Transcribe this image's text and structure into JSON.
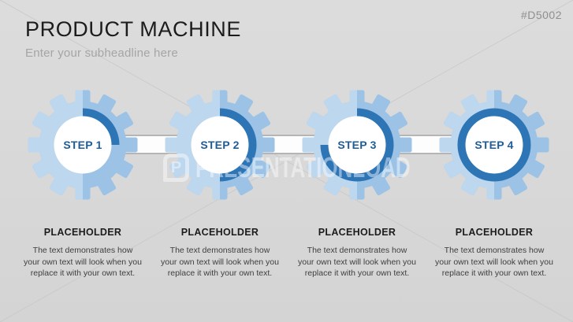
{
  "header": {
    "title": "PRODUCT MACHINE",
    "subtitle": "Enter your subheadline here",
    "template_code": "#D5002"
  },
  "steps": [
    {
      "label": "STEP 1",
      "progress_percent": 25,
      "heading": "PLACEHOLDER",
      "body": "The text demonstrates how\nyour own text will look when you\nreplace it with your own text."
    },
    {
      "label": "STEP 2",
      "progress_percent": 50,
      "heading": "PLACEHOLDER",
      "body": "The text demonstrates how\nyour own text will look when you\nreplace it with your own text."
    },
    {
      "label": "STEP 3",
      "progress_percent": 75,
      "heading": "PLACEHOLDER",
      "body": "The text demonstrates how\nyour own text will look when you\nreplace it with your own text."
    },
    {
      "label": "STEP 4",
      "progress_percent": 100,
      "heading": "PLACEHOLDER",
      "body": "The text demonstrates how\nyour own text will look when you\nreplace it with your own text."
    }
  ],
  "watermark": {
    "brand": "PRESENTATIONLOAD",
    "logo_letter": "P"
  },
  "colors": {
    "background": "#d8d8d8",
    "gear_light_half": "#bdd7ee",
    "gear_dark_half": "#9cc3e6",
    "progress_ring": "#2e75b6",
    "step_label_text": "#1f5c9a",
    "connector_fill": "#fdfdfd",
    "connector_border": "#b5b5b5",
    "title_text": "#1c1c1c",
    "subtitle_text": "#a5a5a5",
    "body_text": "#3e3e3e"
  }
}
